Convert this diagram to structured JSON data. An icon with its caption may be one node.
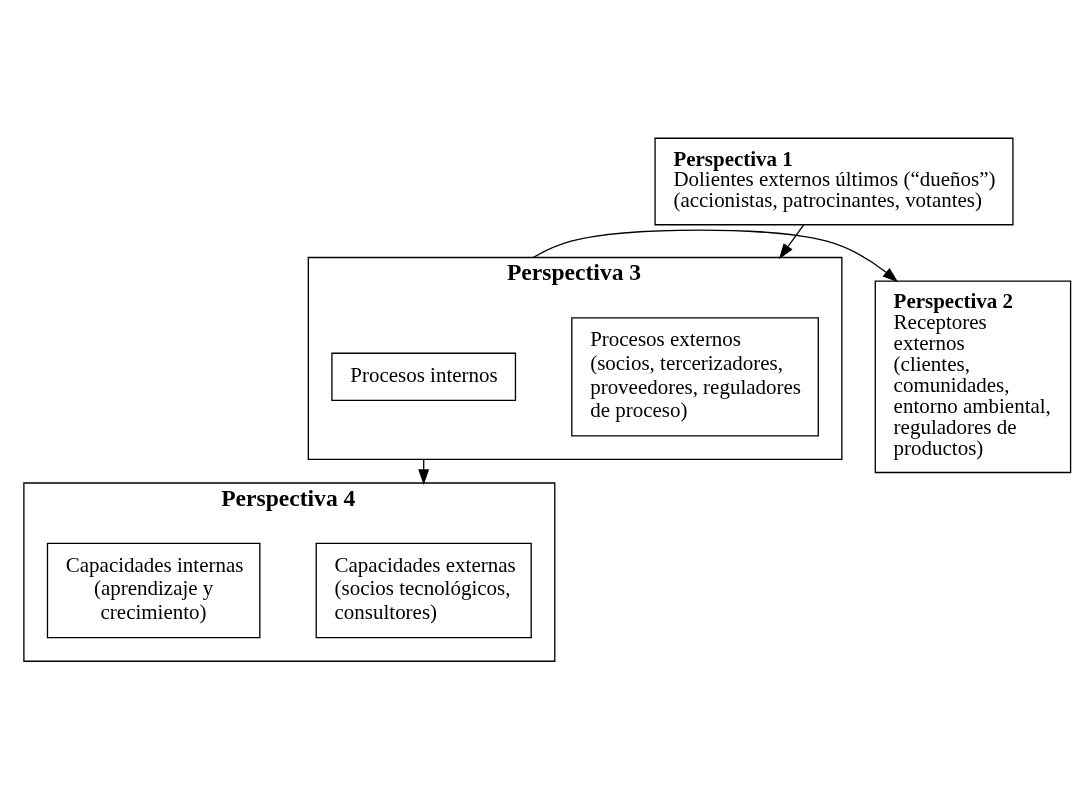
{
  "diagram": {
    "nodes": [
      {
        "text": [
          "Perspectiva 1",
          "Dolientes externos últimos (“dueños”) (accionistas, patrocinantes, votantes)"
        ]
      },
      {
        "text": [
          "Perspectiva 3"
        ]
      },
      {
        "text": [
          "Procesos externos (socios, tercerizadores, proveedores, reguladores de proceso)"
        ],
        "in": 1
      },
      {
        "text": [
          "Procesos internos"
        ],
        "in": 1
      },
      {
        "text": [
          "Perspectiva 2",
          "Receptores externos (clientes, comunidades, entorno ambiental, reguladores de productos)"
        ]
      },
      {
        "text": [
          "Perspectiva 4"
        ]
      },
      {
        "text": [
          "Capacidades externas (socios tecnológicos, consultores)"
        ],
        "in": 5
      },
      {
        "text": [
          "Capacidades internas (aprendizaje y crecimiento)"
        ],
        "in": 5
      }
    ],
    "edges": [
      {
        "from": 0,
        "to": 1,
        "arrow": "to"
      },
      {
        "from": 1,
        "to": 4,
        "arrow": "to"
      },
      {
        "from": 1,
        "to": 5,
        "arrow": "to"
      }
    ]
  }
}
